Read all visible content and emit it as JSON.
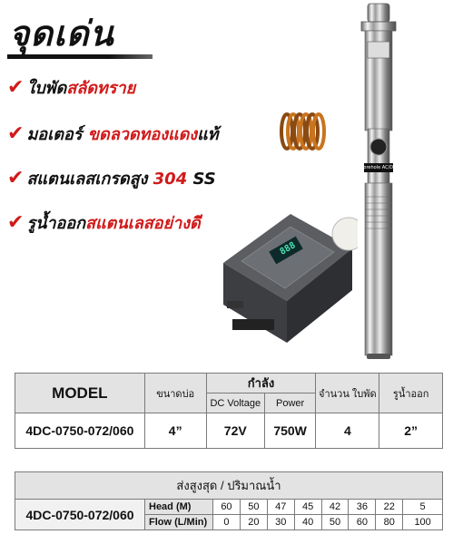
{
  "header": {
    "title": "จุดเด่น"
  },
  "features": [
    {
      "check": "✔",
      "text_a": "ใบพัด",
      "text_b": "สลัดทราย"
    },
    {
      "check": "✔",
      "text_a": "มอเตอร์ ",
      "text_b": "ขดลวดทองแดง",
      "text_c": "แท้"
    },
    {
      "check": "✔",
      "text_a": "สแตนเลสเกรดสูง ",
      "text_b": "304",
      "text_c": " SS"
    },
    {
      "check": "✔",
      "text_a": "รูน้ำออก",
      "text_b": "สแตนเลสอย่างดี"
    }
  ],
  "icons": [
    "coil-icon",
    "check-icon"
  ],
  "pump_label": "Borehole AC/DC",
  "controller_display": "888",
  "spec_table": {
    "headers": {
      "model": "MODEL",
      "well_size": "ขนาดบ่อ",
      "power_group": "กำลัง",
      "dc_voltage": "DC Voltage",
      "power": "Power",
      "impellers": "จำนวน ใบพัด",
      "outlet": "รูน้ำออก"
    },
    "row": {
      "model": "4DC-0750-072/060",
      "well_size": "4”",
      "dc_voltage": "72V",
      "power": "750W",
      "impellers": "4",
      "outlet": "2”"
    }
  },
  "flow_table": {
    "caption": "ส่งสูงสุด / ปริมาณน้ำ",
    "model": "4DC-0750-072/060",
    "head_label": "Head (M)",
    "flow_label": "Flow (L/Min)",
    "head": [
      "60",
      "50",
      "47",
      "45",
      "42",
      "36",
      "22",
      "5"
    ],
    "flow": [
      "0",
      "20",
      "30",
      "40",
      "50",
      "60",
      "80",
      "100"
    ]
  },
  "colors": {
    "accent": "#d11a1a",
    "header_bg": "#e3e3e3",
    "text": "#111111"
  }
}
